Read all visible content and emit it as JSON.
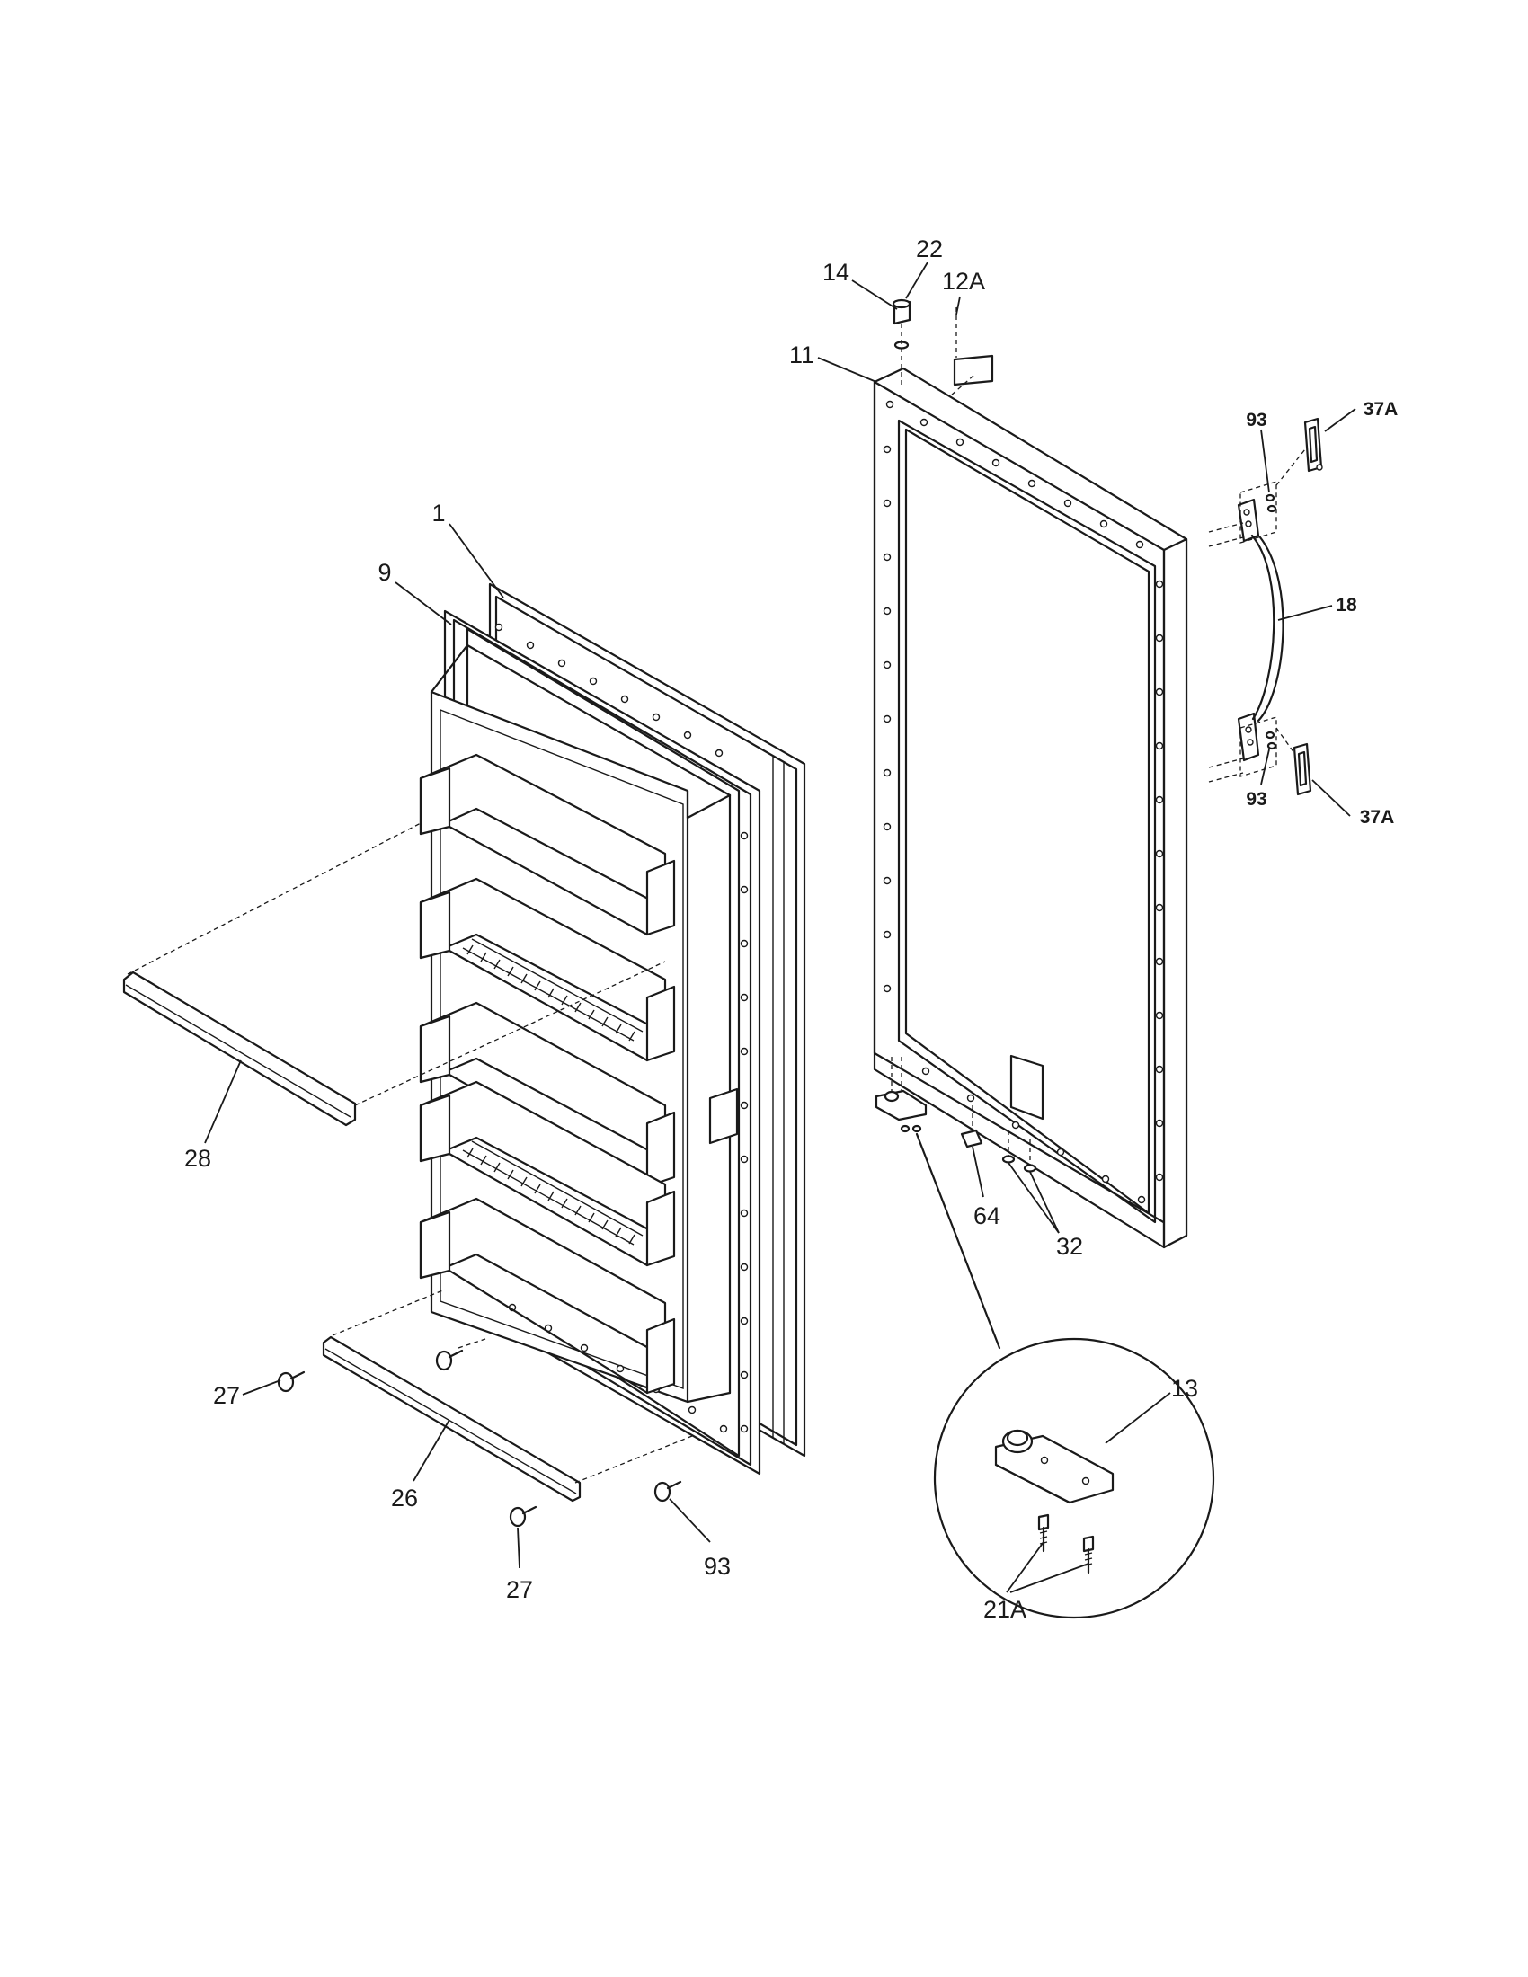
{
  "callouts": {
    "c1": "1",
    "c9": "9",
    "c28": "28",
    "c27a": "27",
    "c27b": "27",
    "c26": "26",
    "c93_bottom": "93",
    "c14": "14",
    "c22": "22",
    "c12A": "12A",
    "c11": "11",
    "c93_top": "93",
    "c37A_top": "37A",
    "c18": "18",
    "c93_mid": "93",
    "c37A_bottom": "37A",
    "c64": "64",
    "c32": "32",
    "c13": "13",
    "c21A": "21A"
  }
}
